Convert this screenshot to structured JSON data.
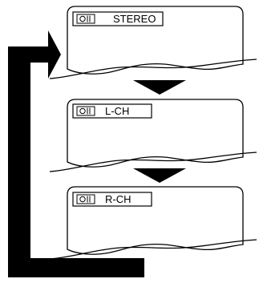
{
  "panels": [
    {
      "mode_label": "STEREO"
    },
    {
      "mode_label": "L-CH"
    },
    {
      "mode_label": "R-CH"
    }
  ],
  "sound_icon": "speaker-wave-icon",
  "cycle_arrow_icon": "loop-back-arrow-icon",
  "step_arrow_icon": "down-triangle-arrow-icon"
}
